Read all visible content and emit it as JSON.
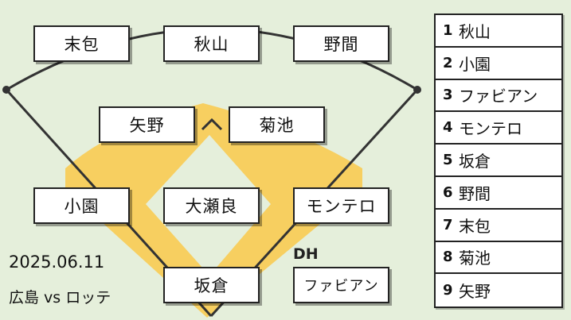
{
  "positions": {
    "left_field": "末包",
    "center_field": "秋山",
    "right_field": "野間",
    "shortstop": "矢野",
    "second_base": "菊池",
    "third_base": "小園",
    "pitcher": "大瀬良",
    "first_base": "モンテロ",
    "catcher": "坂倉",
    "designated_hitter": "ファビアン"
  },
  "dh_label": "DH",
  "game": {
    "date": "2025.06.11",
    "matchup": "広島 vs ロッテ"
  },
  "lineup": [
    {
      "order": "1",
      "name": "秋山"
    },
    {
      "order": "2",
      "name": "小園"
    },
    {
      "order": "3",
      "name": "ファビアン"
    },
    {
      "order": "4",
      "name": "モンテロ"
    },
    {
      "order": "5",
      "name": "坂倉"
    },
    {
      "order": "6",
      "name": "野間"
    },
    {
      "order": "7",
      "name": "末包"
    },
    {
      "order": "8",
      "name": "菊池"
    },
    {
      "order": "9",
      "name": "矢野"
    }
  ],
  "colors": {
    "background": "#e5efdb",
    "infield": "#f7cf60",
    "lines": "#333333",
    "box_fill": "#ffffff"
  }
}
